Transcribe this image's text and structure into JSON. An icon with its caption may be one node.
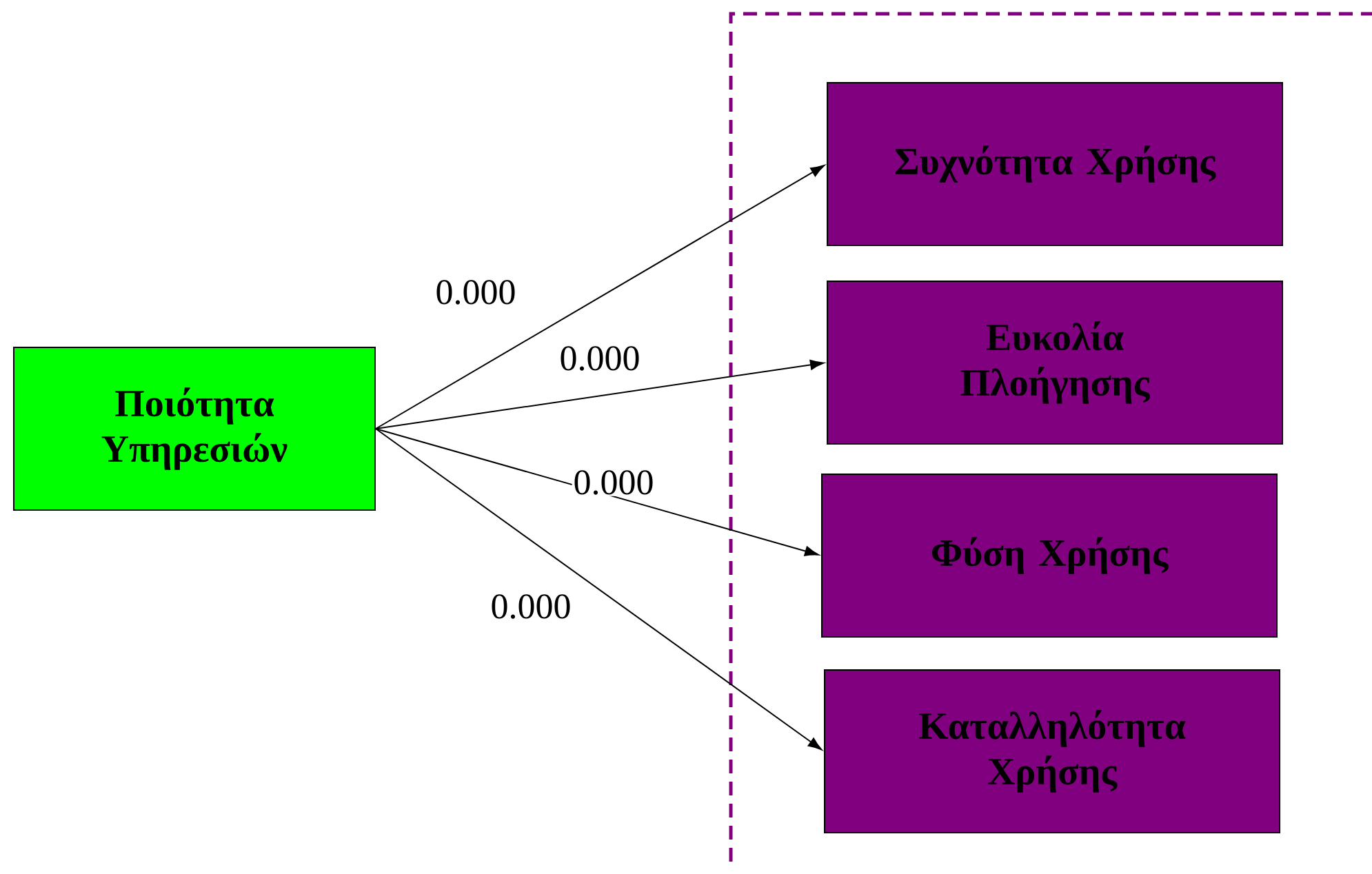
{
  "diagram": {
    "nodes": [
      {
        "text": [
          "Ποιότητα Υπηρεσιών"
        ]
      },
      {
        "text": [
          "Συχνότητα Χρήσης"
        ]
      },
      {
        "text": [
          "Ευκολία Πλοήγησης"
        ]
      },
      {
        "text": [
          "Φύση Χρήσης"
        ]
      },
      {
        "text": [
          "Καταλληλότητα Χρήσης"
        ]
      }
    ],
    "edges": [
      {
        "from": 0,
        "to": 1,
        "arrow": "to",
        "label": "0.000"
      },
      {
        "from": 0,
        "to": 2,
        "arrow": "to",
        "label": "0.000"
      },
      {
        "from": 0,
        "to": 3,
        "arrow": "to",
        "label": "0.000"
      },
      {
        "from": 0,
        "to": 4,
        "arrow": "to",
        "label": "0.000"
      }
    ]
  }
}
